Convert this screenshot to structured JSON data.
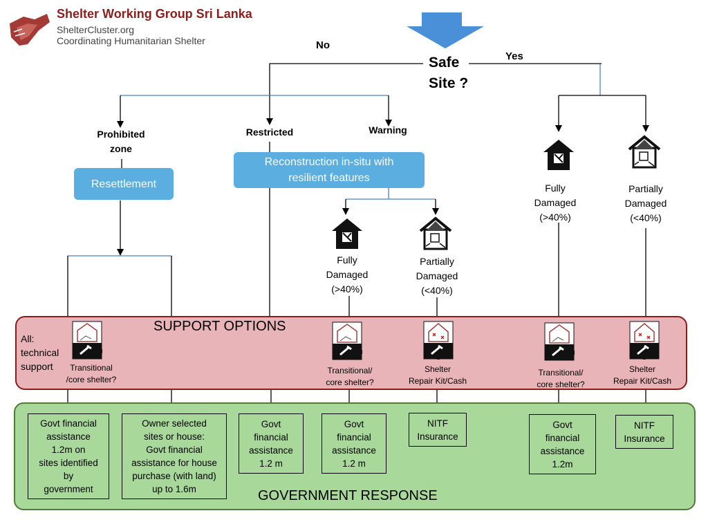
{
  "header": {
    "org_title": "Shelter Working Group Sri Lanka",
    "org_url": "ShelterCluster.org",
    "org_tagline": "Coordinating Humanitarian Shelter"
  },
  "decision": {
    "question_line1": "Safe",
    "question_line2": "Site ?",
    "no_label": "No",
    "yes_label": "Yes"
  },
  "unsafe_branches": {
    "prohibited_line1": "Prohibited",
    "prohibited_line2": "zone",
    "restricted": "Restricted",
    "warning": "Warning",
    "resettlement": "Resettlement",
    "reconstruction_line1": "Reconstruction in-situ with",
    "reconstruction_line2": "resilient features"
  },
  "damage_levels": {
    "fully_line1": "Fully",
    "fully_line2": "Damaged",
    "fully_line3": "(>40%)",
    "partially_line1": "Partially",
    "partially_line2": "Damaged",
    "partially_line3": "(<40%)"
  },
  "support_options": {
    "title": "SUPPORT OPTIONS",
    "all_line1": "All:",
    "all_line2": "technical",
    "all_line3": "support",
    "transitional_line1": "Transitional",
    "transitional_line2": "/core shelter?",
    "transitional_alt_line1": "Transitional/",
    "transitional_alt_line2": "core shelter?",
    "repair_line1": "Shelter",
    "repair_line2": "Repair Kit/Cash"
  },
  "government_response": {
    "title": "GOVERNMENT RESPONSE",
    "box1": [
      "Govt financial",
      "assistance",
      "1.2m on",
      "sites identified",
      "by",
      "government"
    ],
    "box2": [
      "Owner selected",
      "sites or house:",
      "Govt financial",
      "assistance for house",
      "purchase (with land)",
      "up to 1.6m"
    ],
    "box3": [
      "Govt",
      "financial",
      "assistance",
      "1.2 m"
    ],
    "box4": [
      "Govt",
      "financial",
      "assistance",
      "1.2 m"
    ],
    "box5": [
      "NITF",
      "Insurance"
    ],
    "box6": [
      "Govt",
      "financial",
      "assistance",
      "1.2m"
    ],
    "box7": [
      "NITF",
      "Insurance"
    ]
  },
  "colors": {
    "blue_box": "#5aaee0",
    "arrow_blue": "#4a90d9",
    "support_fill": "#e8b4b8",
    "support_border": "#8b1a1a",
    "gov_fill": "#a8d89a",
    "gov_border": "#4f7a3a",
    "logo_red": "#8b1f1f"
  },
  "icons": [
    "hands-logo-icon",
    "down-arrow-icon",
    "house-full-damage-icon",
    "house-partial-damage-icon",
    "transitional-shelter-icon",
    "repair-kit-icon"
  ]
}
